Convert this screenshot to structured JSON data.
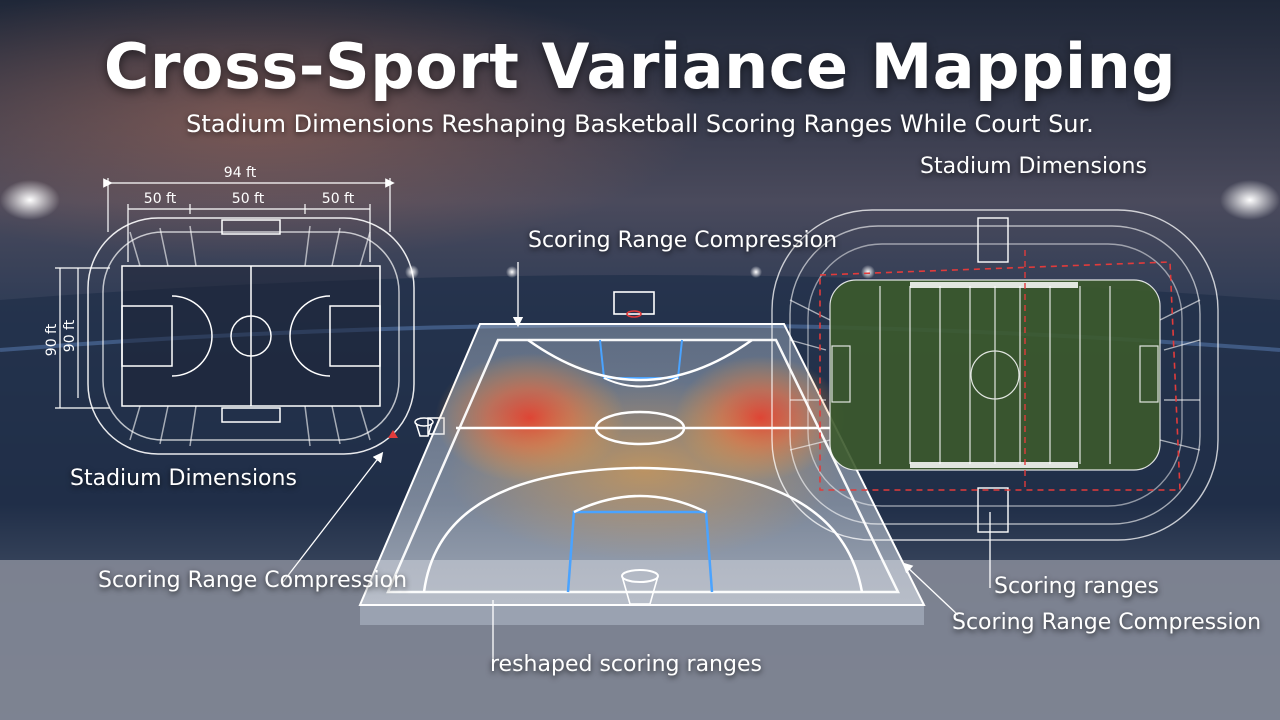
{
  "title": "Cross-Sport Variance Mapping",
  "subtitle": "Stadium Dimensions Reshaping Basketball Scoring Ranges While Court Sur.",
  "left_diagram": {
    "total_length": "94 ft",
    "segment_1": "50 ft",
    "segment_2": "50 ft",
    "segment_3": "50 ft",
    "width_outer": "90 ft",
    "width_inner": "90 ft",
    "label": "Stadium Dimensions"
  },
  "annotations": {
    "left_compression": "Scoring Range Compression",
    "center_compression": "Scoring Range Compression",
    "center_bottom": "reshaped scoring ranges",
    "right_dimensions": "Stadium Dimensions",
    "right_ranges": "Scoring ranges",
    "right_compression": "Scoring Range Compression"
  },
  "colors": {
    "line": "#ffffff",
    "heat_hot": "#e8332a",
    "heat_warm": "#f5a23a",
    "turf": "#3c5a2c",
    "dashed_boundary": "#e23b3b",
    "court_key": "#4aa3ff"
  }
}
